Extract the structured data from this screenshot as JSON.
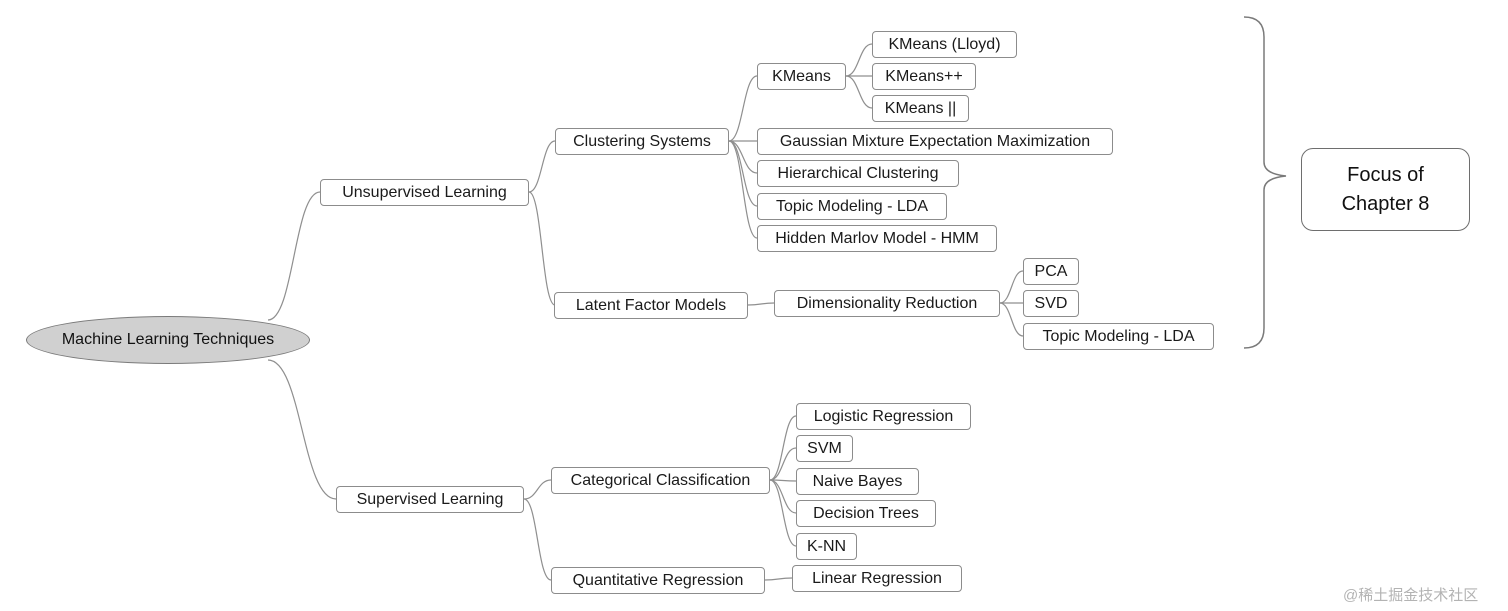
{
  "root": {
    "label": "Machine Learning Techniques"
  },
  "branches": {
    "unsupervised": "Unsupervised Learning",
    "supervised": "Supervised Learning"
  },
  "groups": {
    "clustering": "Clustering Systems",
    "latent": "Latent Factor Models",
    "categorical": "Categorical Classification",
    "quantitative": "Quantitative Regression"
  },
  "clustering_items": {
    "kmeans": "KMeans",
    "gmm": "Gaussian Mixture Expectation Maximization",
    "hierarchical": "Hierarchical Clustering",
    "lda": "Topic Modeling - LDA",
    "hmm": "Hidden Marlov Model - HMM"
  },
  "kmeans_variants": {
    "lloyd": "KMeans (Lloyd)",
    "plusplus": "KMeans++",
    "parallel": "KMeans ||"
  },
  "latent_items": {
    "dimred": "Dimensionality Reduction"
  },
  "dimred_items": {
    "pca": "PCA",
    "svd": "SVD",
    "lda": "Topic Modeling - LDA"
  },
  "categorical_items": {
    "logistic": "Logistic Regression",
    "svm": "SVM",
    "naive_bayes": "Naive Bayes",
    "decision_trees": "Decision Trees",
    "knn": "K-NN"
  },
  "quantitative_items": {
    "linear": "Linear Regression"
  },
  "focus": {
    "line1": "Focus of",
    "line2": "Chapter 8"
  },
  "watermark": "@稀土掘金技术社区"
}
